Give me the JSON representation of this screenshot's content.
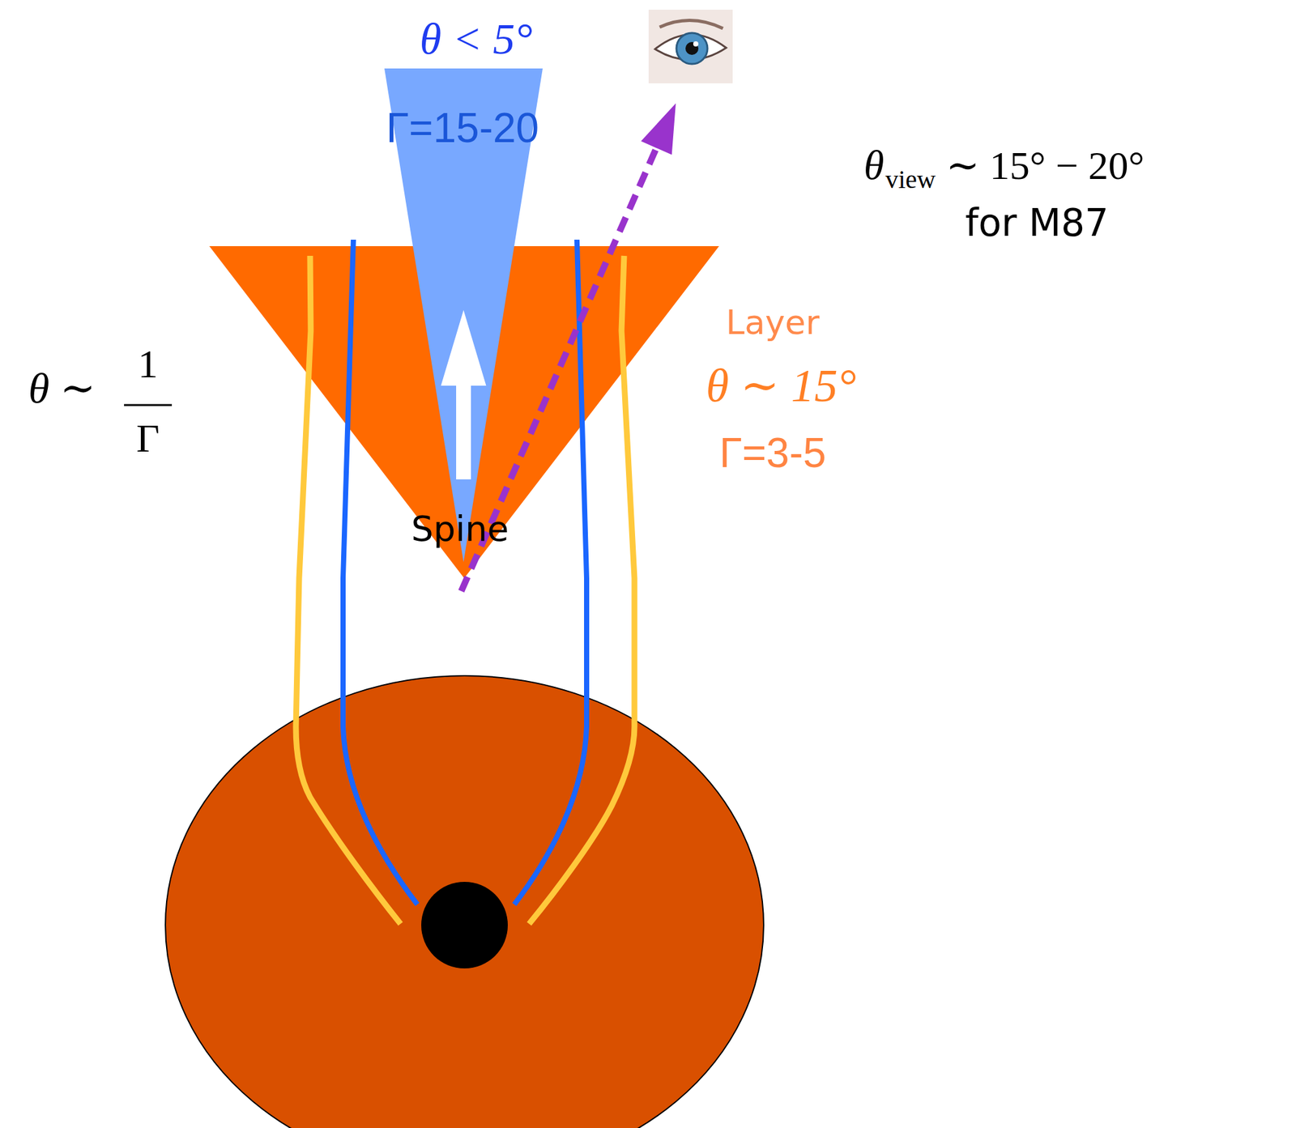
{
  "diagram": {
    "nodes": [
      {
        "text": [
          "θ < 5°",
          "Γ=15-20",
          "Spine"
        ]
      },
      {
        "text": [
          "Layer",
          "θ ∼ 15°",
          "Γ=3-5"
        ]
      }
    ],
    "labels": [
      "θ",
      "view",
      "∼ 15° − 20°",
      "for M87",
      "θ ∼",
      "1",
      "Γ"
    ]
  }
}
